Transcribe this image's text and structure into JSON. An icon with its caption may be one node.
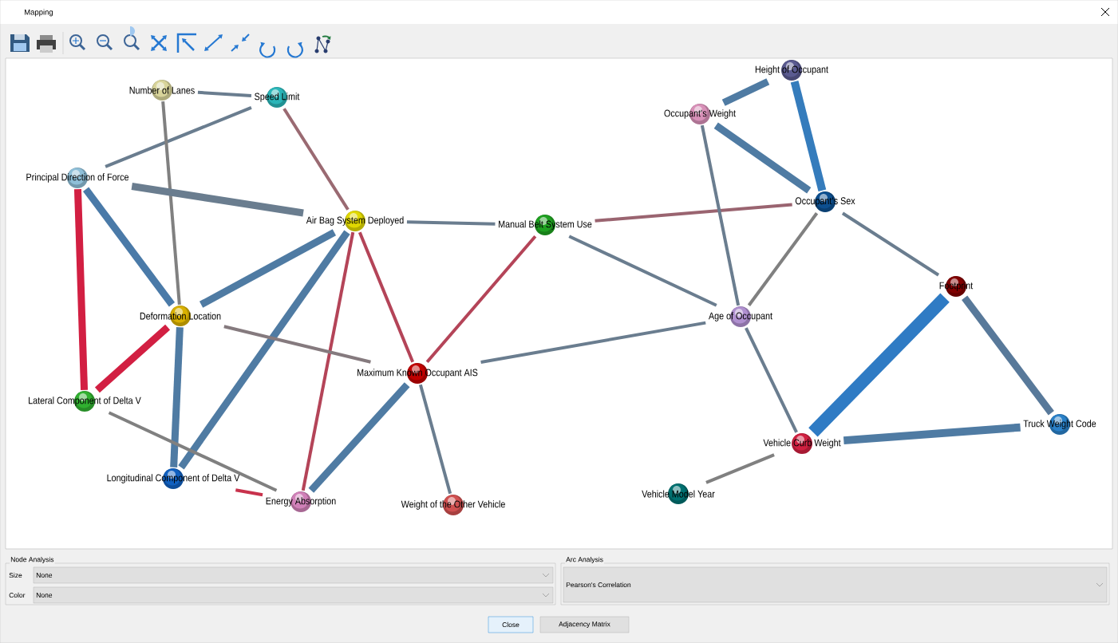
{
  "diagram": {
    "title": "Mapping",
    "nodes": [
      {
        "text": [
          "Number of Lanes"
        ]
      },
      {
        "text": [
          "Speed Limit"
        ]
      },
      {
        "text": [
          "Principal Direction of Force"
        ]
      },
      {
        "text": [
          "Air Bag System Deployed"
        ]
      },
      {
        "text": [
          "Manual Belt System Use"
        ]
      },
      {
        "text": [
          "Height of Occupant"
        ]
      },
      {
        "text": [
          "Occupant's Weight"
        ]
      },
      {
        "text": [
          "Occupant's Sex"
        ]
      },
      {
        "text": [
          "Deformation Location"
        ]
      },
      {
        "text": [
          "Footprint"
        ]
      },
      {
        "text": [
          "Age of Occupant"
        ]
      },
      {
        "text": [
          "Maximum Known Occupant AIS"
        ]
      },
      {
        "text": [
          "Lateral Component of Delta V"
        ]
      },
      {
        "text": [
          "Truck Weight Code"
        ]
      },
      {
        "text": [
          "Vehicle Curb Weight"
        ]
      },
      {
        "text": [
          "Longitudinal Component of Delta V"
        ]
      },
      {
        "text": [
          "Energy Absorption"
        ]
      },
      {
        "text": [
          "Weight of the Other Vehicle"
        ]
      },
      {
        "text": [
          "Vehicle Model Year"
        ]
      }
    ],
    "edges": [
      {
        "from": 0,
        "to": 1,
        "arrow": "none"
      },
      {
        "from": 1,
        "to": 2,
        "arrow": "none"
      },
      {
        "from": 0,
        "to": 8,
        "arrow": "none",
        "color": "#808080"
      },
      {
        "from": 1,
        "to": 3,
        "arrow": "none",
        "color": "#9a6a72"
      },
      {
        "from": 2,
        "to": 3,
        "arrow": "none",
        "style": "thick"
      },
      {
        "from": 2,
        "to": 8,
        "arrow": "none",
        "style": "thick",
        "color": "#4a7aa8"
      },
      {
        "from": 2,
        "to": 12,
        "arrow": "none",
        "style": "thick",
        "color": "#d21f42"
      },
      {
        "from": 3,
        "to": 4,
        "arrow": "none"
      },
      {
        "from": 3,
        "to": 8,
        "arrow": "none",
        "style": "thick",
        "color": "#4f7ba3"
      },
      {
        "from": 3,
        "to": 15,
        "arrow": "none",
        "style": "thick",
        "color": "#4f7ba3"
      },
      {
        "from": 3,
        "to": 16,
        "arrow": "none",
        "color": "#b44458"
      },
      {
        "from": 3,
        "to": 11,
        "arrow": "none",
        "color": "#b44458"
      },
      {
        "from": 8,
        "to": 12,
        "arrow": "none",
        "style": "thick",
        "color": "#d21f42"
      },
      {
        "from": 8,
        "to": 15,
        "arrow": "none",
        "style": "thick",
        "color": "#4f7ba3"
      },
      {
        "from": 8,
        "to": 11,
        "arrow": "none",
        "color": "#857a7e"
      },
      {
        "from": 12,
        "to": 16,
        "arrow": "none",
        "color": "#808080"
      },
      {
        "from": 15,
        "to": 16,
        "arrow": "none",
        "color": "#c8324c"
      },
      {
        "from": 11,
        "to": 16,
        "arrow": "none",
        "style": "thick",
        "color": "#4f7ba3"
      },
      {
        "from": 11,
        "to": 17,
        "arrow": "none"
      },
      {
        "from": 11,
        "to": 4,
        "arrow": "none",
        "color": "#b44458"
      },
      {
        "from": 11,
        "to": 10,
        "arrow": "none"
      },
      {
        "from": 4,
        "to": 7,
        "arrow": "none",
        "color": "#9a6470"
      },
      {
        "from": 4,
        "to": 10,
        "arrow": "none"
      },
      {
        "from": 5,
        "to": 6,
        "arrow": "none",
        "style": "thick",
        "color": "#4f7ba3"
      },
      {
        "from": 5,
        "to": 7,
        "arrow": "none",
        "style": "thick",
        "color": "#357cbc"
      },
      {
        "from": 6,
        "to": 7,
        "arrow": "none",
        "style": "thick",
        "color": "#4f7ba3"
      },
      {
        "from": 6,
        "to": 10,
        "arrow": "none"
      },
      {
        "from": 7,
        "to": 10,
        "arrow": "none",
        "color": "#808080"
      },
      {
        "from": 7,
        "to": 9,
        "arrow": "none"
      },
      {
        "from": 9,
        "to": 14,
        "arrow": "none",
        "style": "thick",
        "color": "#2f7bc4"
      },
      {
        "from": 9,
        "to": 13,
        "arrow": "none",
        "style": "thick",
        "color": "#58799a"
      },
      {
        "from": 10,
        "to": 14,
        "arrow": "none"
      },
      {
        "from": 14,
        "to": 13,
        "arrow": "none",
        "style": "thick",
        "color": "#4f7ba3"
      },
      {
        "from": 14,
        "to": 18,
        "arrow": "none",
        "color": "#808080"
      }
    ],
    "labels": [
      "Node Analysis",
      "Size",
      "None",
      "Color",
      "None",
      "Arc Analysis",
      "Pearson's Correlation",
      "Close",
      "Adjacency Matrix"
    ]
  }
}
